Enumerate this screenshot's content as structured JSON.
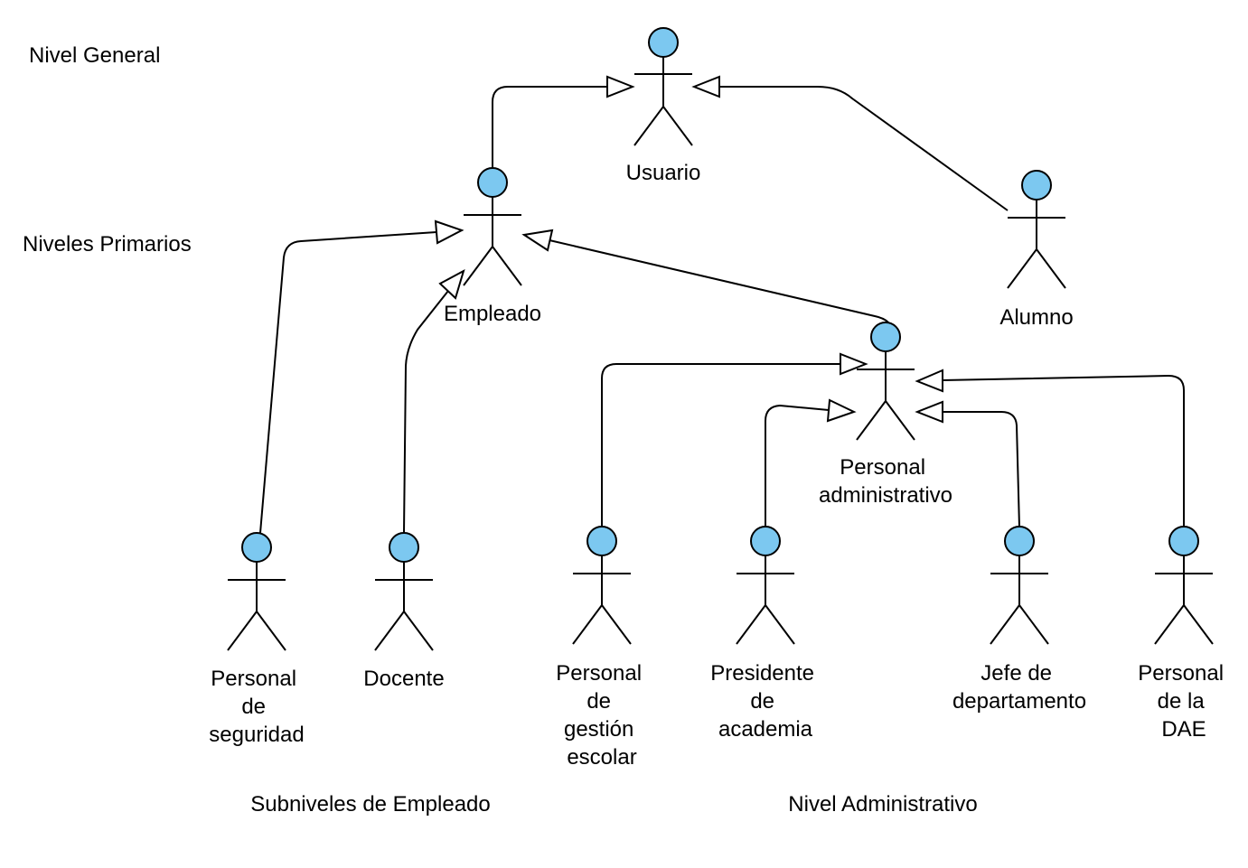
{
  "colors": {
    "actor_head": "#7cc8f0",
    "stroke": "#000000",
    "background": "#ffffff"
  },
  "levels": {
    "general": "Nivel General",
    "primary": "Niveles Primarios",
    "employee_sub": "Subniveles de Empleado",
    "admin": "Nivel Administrativo"
  },
  "actors": {
    "usuario": [
      "Usuario"
    ],
    "empleado": [
      "Empleado"
    ],
    "alumno": [
      "Alumno"
    ],
    "personal_admin": [
      "Personal",
      "administrativo"
    ],
    "personal_seguridad": [
      "Personal",
      "de",
      "seguridad"
    ],
    "docente": [
      "Docente"
    ],
    "personal_gestion": [
      "Personal",
      "de",
      "gestión",
      "escolar"
    ],
    "presidente_academia": [
      "Presidente",
      "de",
      "academia"
    ],
    "jefe_departamento": [
      "Jefe de",
      "departamento"
    ],
    "personal_dae": [
      "Personal",
      "de la",
      "DAE"
    ]
  },
  "relationships": [
    {
      "child": "empleado",
      "parent": "usuario",
      "type": "generalization"
    },
    {
      "child": "alumno",
      "parent": "usuario",
      "type": "generalization"
    },
    {
      "child": "personal_seguridad",
      "parent": "empleado",
      "type": "generalization"
    },
    {
      "child": "docente",
      "parent": "empleado",
      "type": "generalization"
    },
    {
      "child": "personal_admin",
      "parent": "empleado",
      "type": "generalization"
    },
    {
      "child": "personal_gestion",
      "parent": "personal_admin",
      "type": "generalization"
    },
    {
      "child": "presidente_academia",
      "parent": "personal_admin",
      "type": "generalization"
    },
    {
      "child": "jefe_departamento",
      "parent": "personal_admin",
      "type": "generalization"
    },
    {
      "child": "personal_dae",
      "parent": "personal_admin",
      "type": "generalization"
    }
  ]
}
